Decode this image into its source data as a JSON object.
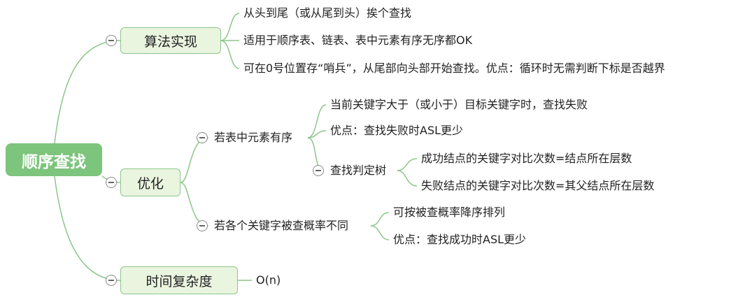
{
  "root": {
    "label": "顺序查找"
  },
  "branches": {
    "algo": {
      "label": "算法实现",
      "items": [
        "从头到尾（或从尾到头）挨个查找",
        "适用于顺序表、链表、表中元素有序无序都OK",
        "可在0号位置存“哨兵”，从尾部向头部开始查找。优点：循环时无需判断下标是否越界"
      ]
    },
    "opt": {
      "label": "优化",
      "ordered": {
        "label": "若表中元素有序",
        "items": [
          "当前关键字大于（或小于）目标关键字时，查找失败",
          "优点：查找失败时ASL更少"
        ],
        "tree": {
          "label": "查找判定树",
          "items": [
            "成功结点的关键字对比次数=结点所在层数",
            "失败结点的关键字对比次数=其父结点所在层数"
          ]
        }
      },
      "prob": {
        "label": "若各个关键字被查概率不同",
        "items": [
          "可按被查概率降序排列",
          "优点：查找成功时ASL更少"
        ]
      }
    },
    "time": {
      "label": "时间复杂度",
      "items": [
        "O(n)"
      ]
    }
  },
  "colors": {
    "line": "#8cc68a",
    "root_fill": "#7dc47d",
    "main_fill": "#eaf5e0"
  }
}
